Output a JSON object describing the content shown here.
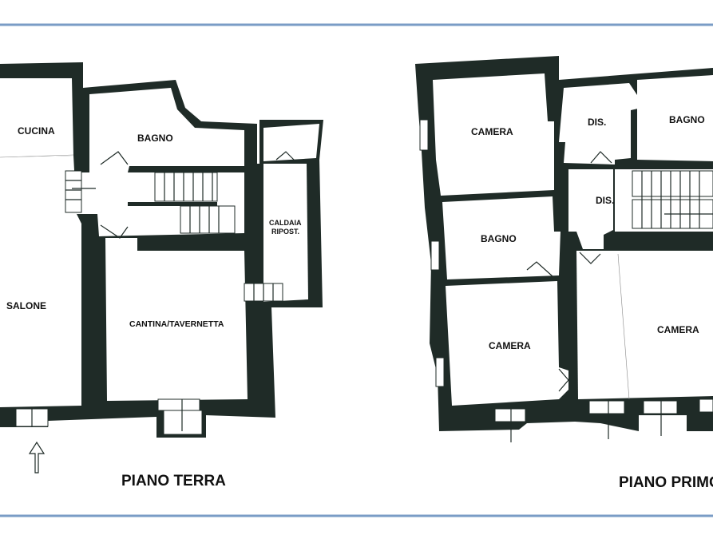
{
  "floors": [
    {
      "title": "PIANO TERRA",
      "rooms": [
        "CUCINA",
        "BAGNO",
        "SALONE",
        "CANTINA/TAVERNETTA",
        "CALDAIA",
        "RIPOST."
      ]
    },
    {
      "title": "PIANO PRIMO",
      "rooms": [
        "CAMERA",
        "DIS.",
        "BAGNO",
        "DIS.",
        "BAGNO",
        "CAMERA",
        "CAMERA"
      ]
    }
  ],
  "colors": {
    "wall": "#1f2b27",
    "frame": "#7a9cc6",
    "background": "#ffffff"
  }
}
